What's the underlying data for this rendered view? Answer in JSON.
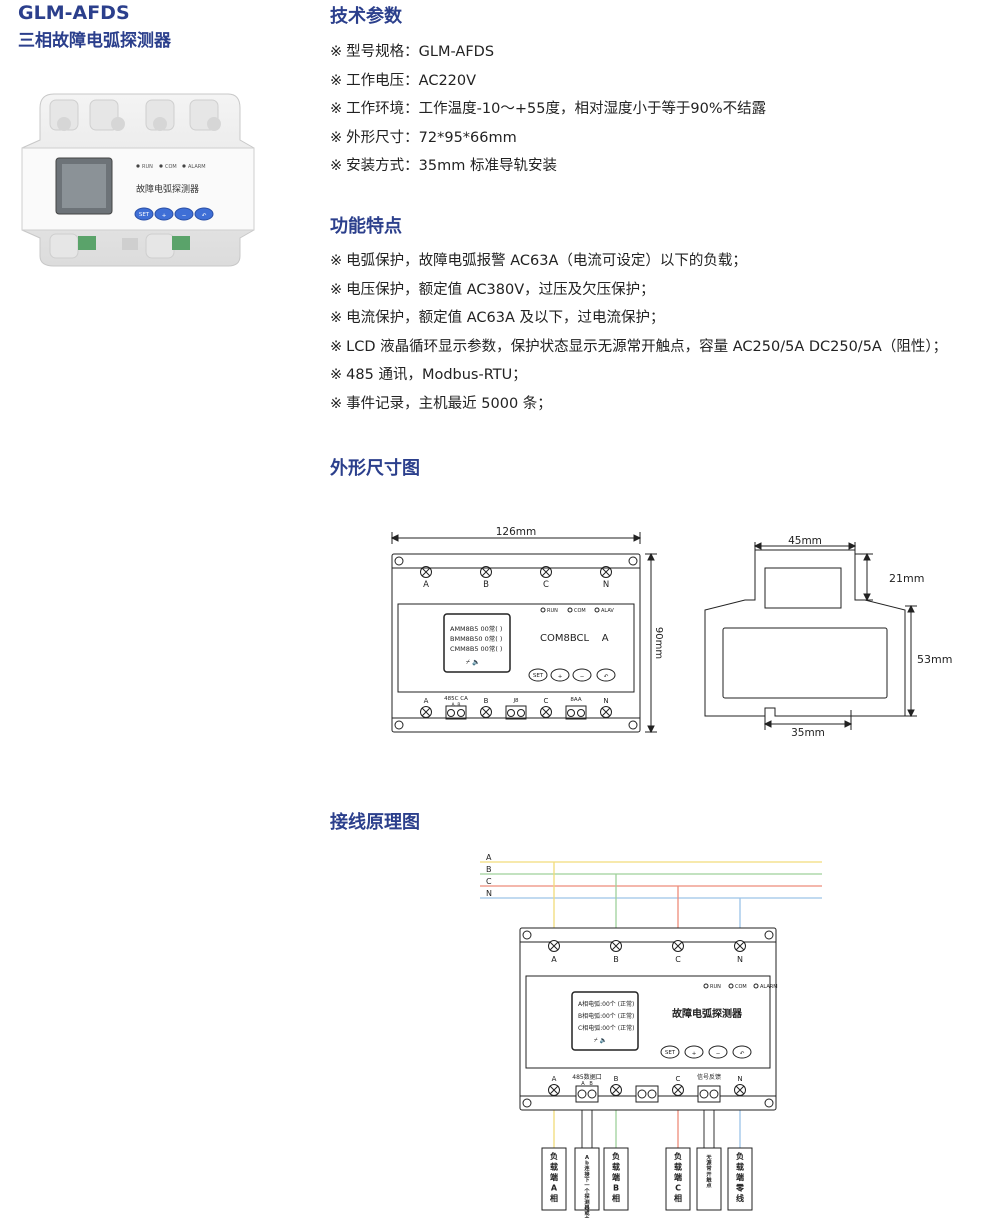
{
  "header": {
    "model": "GLM-AFDS",
    "name": "三相故障电弧探测器"
  },
  "product_photo": {
    "device_label": "故障电弧探测器",
    "leds": [
      "RUN",
      "COM",
      "ALARM"
    ],
    "buttons": [
      "SET",
      "+",
      "−",
      "↶"
    ]
  },
  "tech": {
    "title": "技术参数",
    "mark": "※",
    "items": [
      "型号规格：GLM-AFDS",
      "工作电压：AC220V",
      "工作环境：工作温度-10～+55度，相对湿度小于等于90%不结露",
      "外形尺寸：72*95*66mm",
      "安装方式：35mm 标准导轨安装"
    ]
  },
  "features": {
    "title": "功能特点",
    "mark": "※",
    "items": [
      "电弧保护，故障电弧报警 AC63A（电流可设定）以下的负载；",
      "电压保护，额定值 AC380V，过压及欠压保护；",
      "电流保护，额定值 AC63A 及以下，过电流保护；",
      "LCD 液晶循环显示参数，保护状态显示无源常开触点，容量 AC250/5A  DC250/5A（阻性）；",
      "485 通讯，Modbus-RTU；",
      "事件记录，主机最近 5000 条；"
    ]
  },
  "dimensions": {
    "title": "外形尺寸图",
    "front": {
      "width_label": "126mm",
      "height_label": "90mm",
      "top_terminals": [
        "A",
        "B",
        "C",
        "N"
      ],
      "leds": [
        "RUN",
        "COM",
        "ALAV"
      ],
      "lcd_lines": [
        "AMM8B5 00常(  )",
        "BMM8B50 0常(  )",
        "CMM8B5 00常(  )"
      ],
      "device_text": "COM8BCL    A",
      "buttons": [
        "SET",
        "+",
        "−",
        "↶"
      ],
      "bottom_labels": [
        "A",
        "485C CA",
        "B",
        "J8",
        "C",
        "8AA",
        "N"
      ],
      "port_sub": "A  B"
    },
    "side": {
      "top_width": "45mm",
      "step_height": "21mm",
      "body_height": "53mm",
      "rail_width": "35mm"
    }
  },
  "wiring": {
    "title": "接线原理图",
    "lines": [
      "A",
      "B",
      "C",
      "N"
    ],
    "line_colors": [
      "#f2dc7a",
      "#9fd19a",
      "#ee8c7a",
      "#9cc3e8"
    ],
    "top_terminals": [
      "A",
      "B",
      "C",
      "N"
    ],
    "leds": [
      "RUN",
      "COM",
      "ALARM"
    ],
    "lcd_lines": [
      "A相电弧:00个 (正常)",
      "B相电弧:00个 (正常)",
      "C相电弧:00个 (正常)"
    ],
    "device_label": "故障电弧探测器",
    "buttons": [
      "SET",
      "+",
      "−",
      "↶"
    ],
    "bottom_labels": [
      "A",
      "485数据口",
      "B",
      "C",
      "信号反馈",
      "N"
    ],
    "port_sub": "A   B",
    "load_boxes": [
      "负载端A相",
      "Ab连接下一个探测器或主机",
      "负载端B相",
      "负载端C相",
      "无源常开触点",
      "负载端零线"
    ]
  }
}
